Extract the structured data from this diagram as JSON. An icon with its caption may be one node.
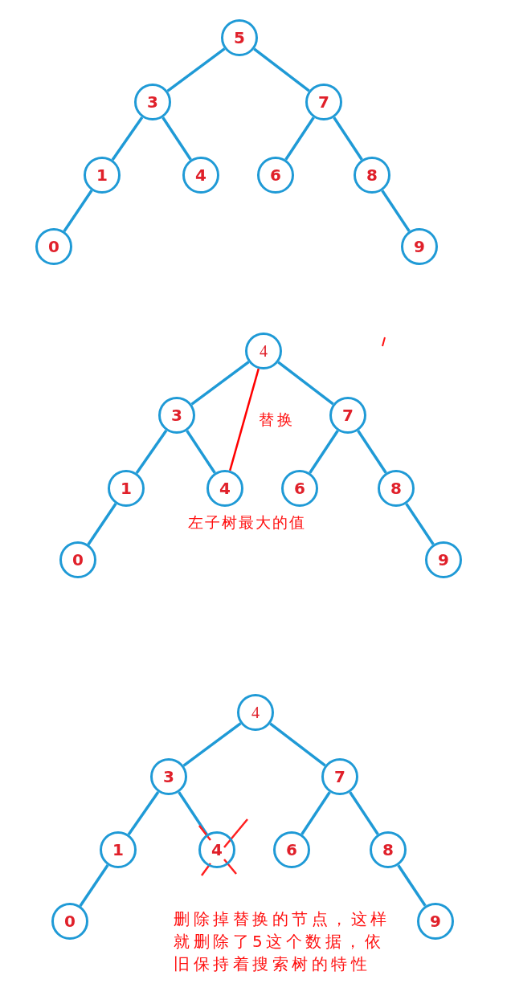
{
  "diagram": {
    "nodes": [
      {
        "text": [
          "5"
        ]
      },
      {
        "text": [
          "3"
        ]
      },
      {
        "text": [
          "7"
        ]
      },
      {
        "text": [
          "1"
        ]
      },
      {
        "text": [
          "4"
        ]
      },
      {
        "text": [
          "6"
        ]
      },
      {
        "text": [
          "8"
        ]
      },
      {
        "text": [
          "0"
        ]
      },
      {
        "text": [
          "9"
        ]
      },
      {
        "text": [
          "4"
        ]
      },
      {
        "text": [
          "3"
        ]
      },
      {
        "text": [
          "7"
        ]
      },
      {
        "text": [
          "1"
        ]
      },
      {
        "text": [
          "4"
        ],
        "beside": [
          "左子树最大的值"
        ]
      },
      {
        "text": [
          "6"
        ]
      },
      {
        "text": [
          "8"
        ]
      },
      {
        "text": [
          "0"
        ]
      },
      {
        "text": [
          "9"
        ]
      },
      {
        "text": [
          "4"
        ]
      },
      {
        "text": [
          "3"
        ]
      },
      {
        "text": [
          "7"
        ]
      },
      {
        "text": [
          "1"
        ]
      },
      {
        "text": [
          "4"
        ]
      },
      {
        "text": [
          "6"
        ]
      },
      {
        "text": [
          "8"
        ]
      },
      {
        "text": [
          "0"
        ]
      },
      {
        "text": [
          "9"
        ]
      }
    ],
    "edges": [
      {
        "from": 0,
        "to": 1,
        "arrow": "none"
      },
      {
        "from": 0,
        "to": 2,
        "arrow": "none"
      },
      {
        "from": 1,
        "to": 3,
        "arrow": "none"
      },
      {
        "from": 1,
        "to": 4,
        "arrow": "none"
      },
      {
        "from": 2,
        "to": 5,
        "arrow": "none"
      },
      {
        "from": 2,
        "to": 6,
        "arrow": "none"
      },
      {
        "from": 3,
        "to": 7,
        "arrow": "none"
      },
      {
        "from": 6,
        "to": 8,
        "arrow": "none"
      },
      {
        "from": 9,
        "to": 10,
        "arrow": "none"
      },
      {
        "from": 9,
        "to": 11,
        "arrow": "none"
      },
      {
        "from": 10,
        "to": 12,
        "arrow": "none"
      },
      {
        "from": 10,
        "to": 13,
        "arrow": "none"
      },
      {
        "from": 11,
        "to": 14,
        "arrow": "none"
      },
      {
        "from": 11,
        "to": 15,
        "arrow": "none"
      },
      {
        "from": 12,
        "to": 16,
        "arrow": "none"
      },
      {
        "from": 15,
        "to": 17,
        "arrow": "none"
      },
      {
        "from": 9,
        "to": 13,
        "arrow": "none",
        "label": "替换",
        "color": "#ff0000"
      },
      {
        "from": 18,
        "to": 19,
        "arrow": "none"
      },
      {
        "from": 18,
        "to": 20,
        "arrow": "none"
      },
      {
        "from": 19,
        "to": 21,
        "arrow": "none"
      },
      {
        "from": 19,
        "to": 22,
        "arrow": "none"
      },
      {
        "from": 20,
        "to": 23,
        "arrow": "none"
      },
      {
        "from": 20,
        "to": 24,
        "arrow": "none"
      },
      {
        "from": 21,
        "to": 25,
        "arrow": "none"
      },
      {
        "from": 24,
        "to": 26,
        "arrow": "none"
      }
    ],
    "labels": [
      "删除掉替换的节点，这样就删除了5这个数据，依旧保持着搜索树的特性"
    ]
  }
}
